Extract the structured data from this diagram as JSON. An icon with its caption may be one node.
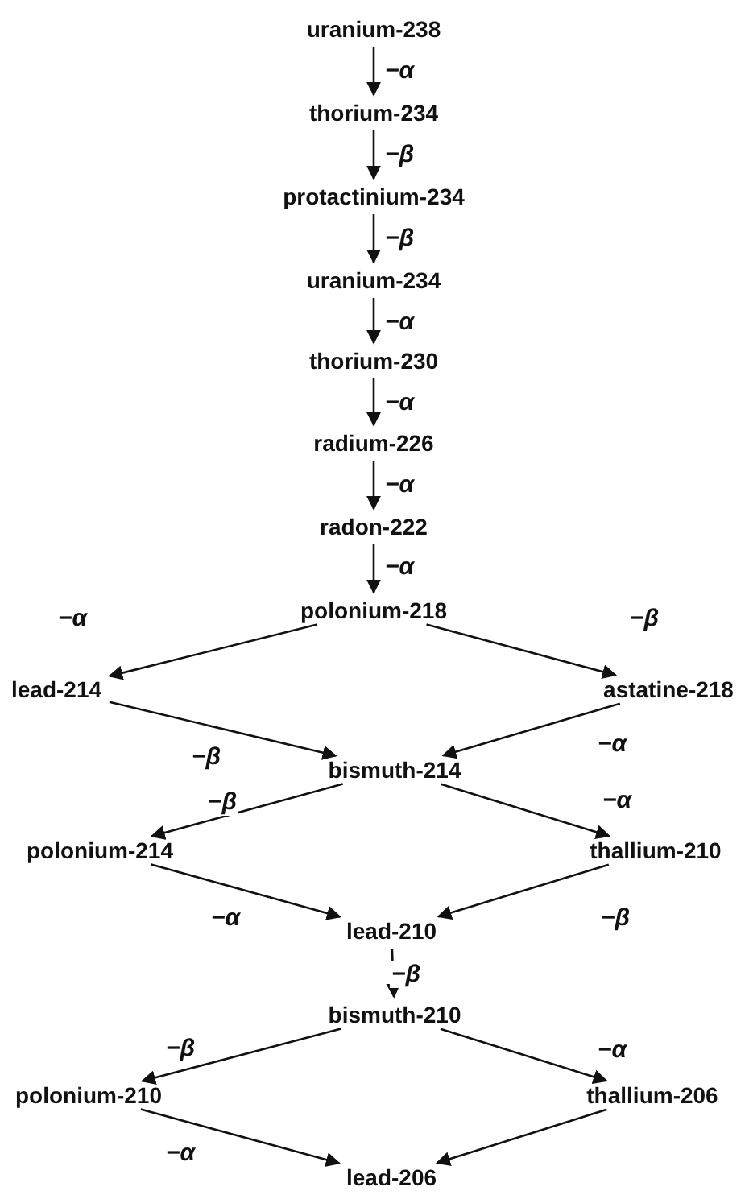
{
  "diagram": {
    "nodes": [
      {
        "text": [
          "uranium-238"
        ]
      },
      {
        "text": [
          "thorium-234"
        ]
      },
      {
        "text": [
          "protactinium-234"
        ]
      },
      {
        "text": [
          "uranium-234"
        ]
      },
      {
        "text": [
          "thorium-230"
        ]
      },
      {
        "text": [
          "radium-226"
        ]
      },
      {
        "text": [
          "radon-222"
        ]
      },
      {
        "text": [
          "polonium-218"
        ]
      },
      {
        "text": [
          "lead-214"
        ]
      },
      {
        "text": [
          "astatine-218"
        ]
      },
      {
        "text": [
          "bismuth-214"
        ]
      },
      {
        "text": [
          "polonium-214"
        ]
      },
      {
        "text": [
          "thallium-210"
        ]
      },
      {
        "text": [
          "lead-210"
        ]
      },
      {
        "text": [
          "bismuth-210"
        ]
      },
      {
        "text": [
          "polonium-210"
        ]
      },
      {
        "text": [
          "thallium-206"
        ]
      },
      {
        "text": [
          "lead-206"
        ]
      }
    ],
    "edges": [
      {
        "from": 0,
        "to": 1,
        "arrow": "to",
        "label": "−α"
      },
      {
        "from": 1,
        "to": 2,
        "arrow": "to",
        "label": "−β"
      },
      {
        "from": 2,
        "to": 3,
        "arrow": "to",
        "label": "−β"
      },
      {
        "from": 3,
        "to": 4,
        "arrow": "to",
        "label": "−α"
      },
      {
        "from": 4,
        "to": 5,
        "arrow": "to",
        "label": "−α"
      },
      {
        "from": 5,
        "to": 6,
        "arrow": "to",
        "label": "−α"
      },
      {
        "from": 6,
        "to": 7,
        "arrow": "to",
        "label": "−α"
      },
      {
        "from": 7,
        "to": 8,
        "arrow": "to",
        "label": "−α"
      },
      {
        "from": 7,
        "to": 9,
        "arrow": "to",
        "label": "−β"
      },
      {
        "from": 8,
        "to": 10,
        "arrow": "to",
        "label": "−β"
      },
      {
        "from": 9,
        "to": 10,
        "arrow": "to",
        "label": "−α"
      },
      {
        "from": 10,
        "to": 11,
        "arrow": "to",
        "label": "−β"
      },
      {
        "from": 10,
        "to": 12,
        "arrow": "to",
        "label": "−α"
      },
      {
        "from": 11,
        "to": 13,
        "arrow": "to",
        "label": "−α"
      },
      {
        "from": 12,
        "to": 13,
        "arrow": "to",
        "label": "−β"
      },
      {
        "from": 13,
        "to": 14,
        "arrow": "to",
        "label": "−β"
      },
      {
        "from": 14,
        "to": 15,
        "arrow": "to",
        "label": "−β"
      },
      {
        "from": 14,
        "to": 16,
        "arrow": "to",
        "label": "−α"
      },
      {
        "from": 15,
        "to": 17,
        "arrow": "to",
        "label": "−α"
      },
      {
        "from": 16,
        "to": 17,
        "arrow": "to"
      }
    ]
  }
}
